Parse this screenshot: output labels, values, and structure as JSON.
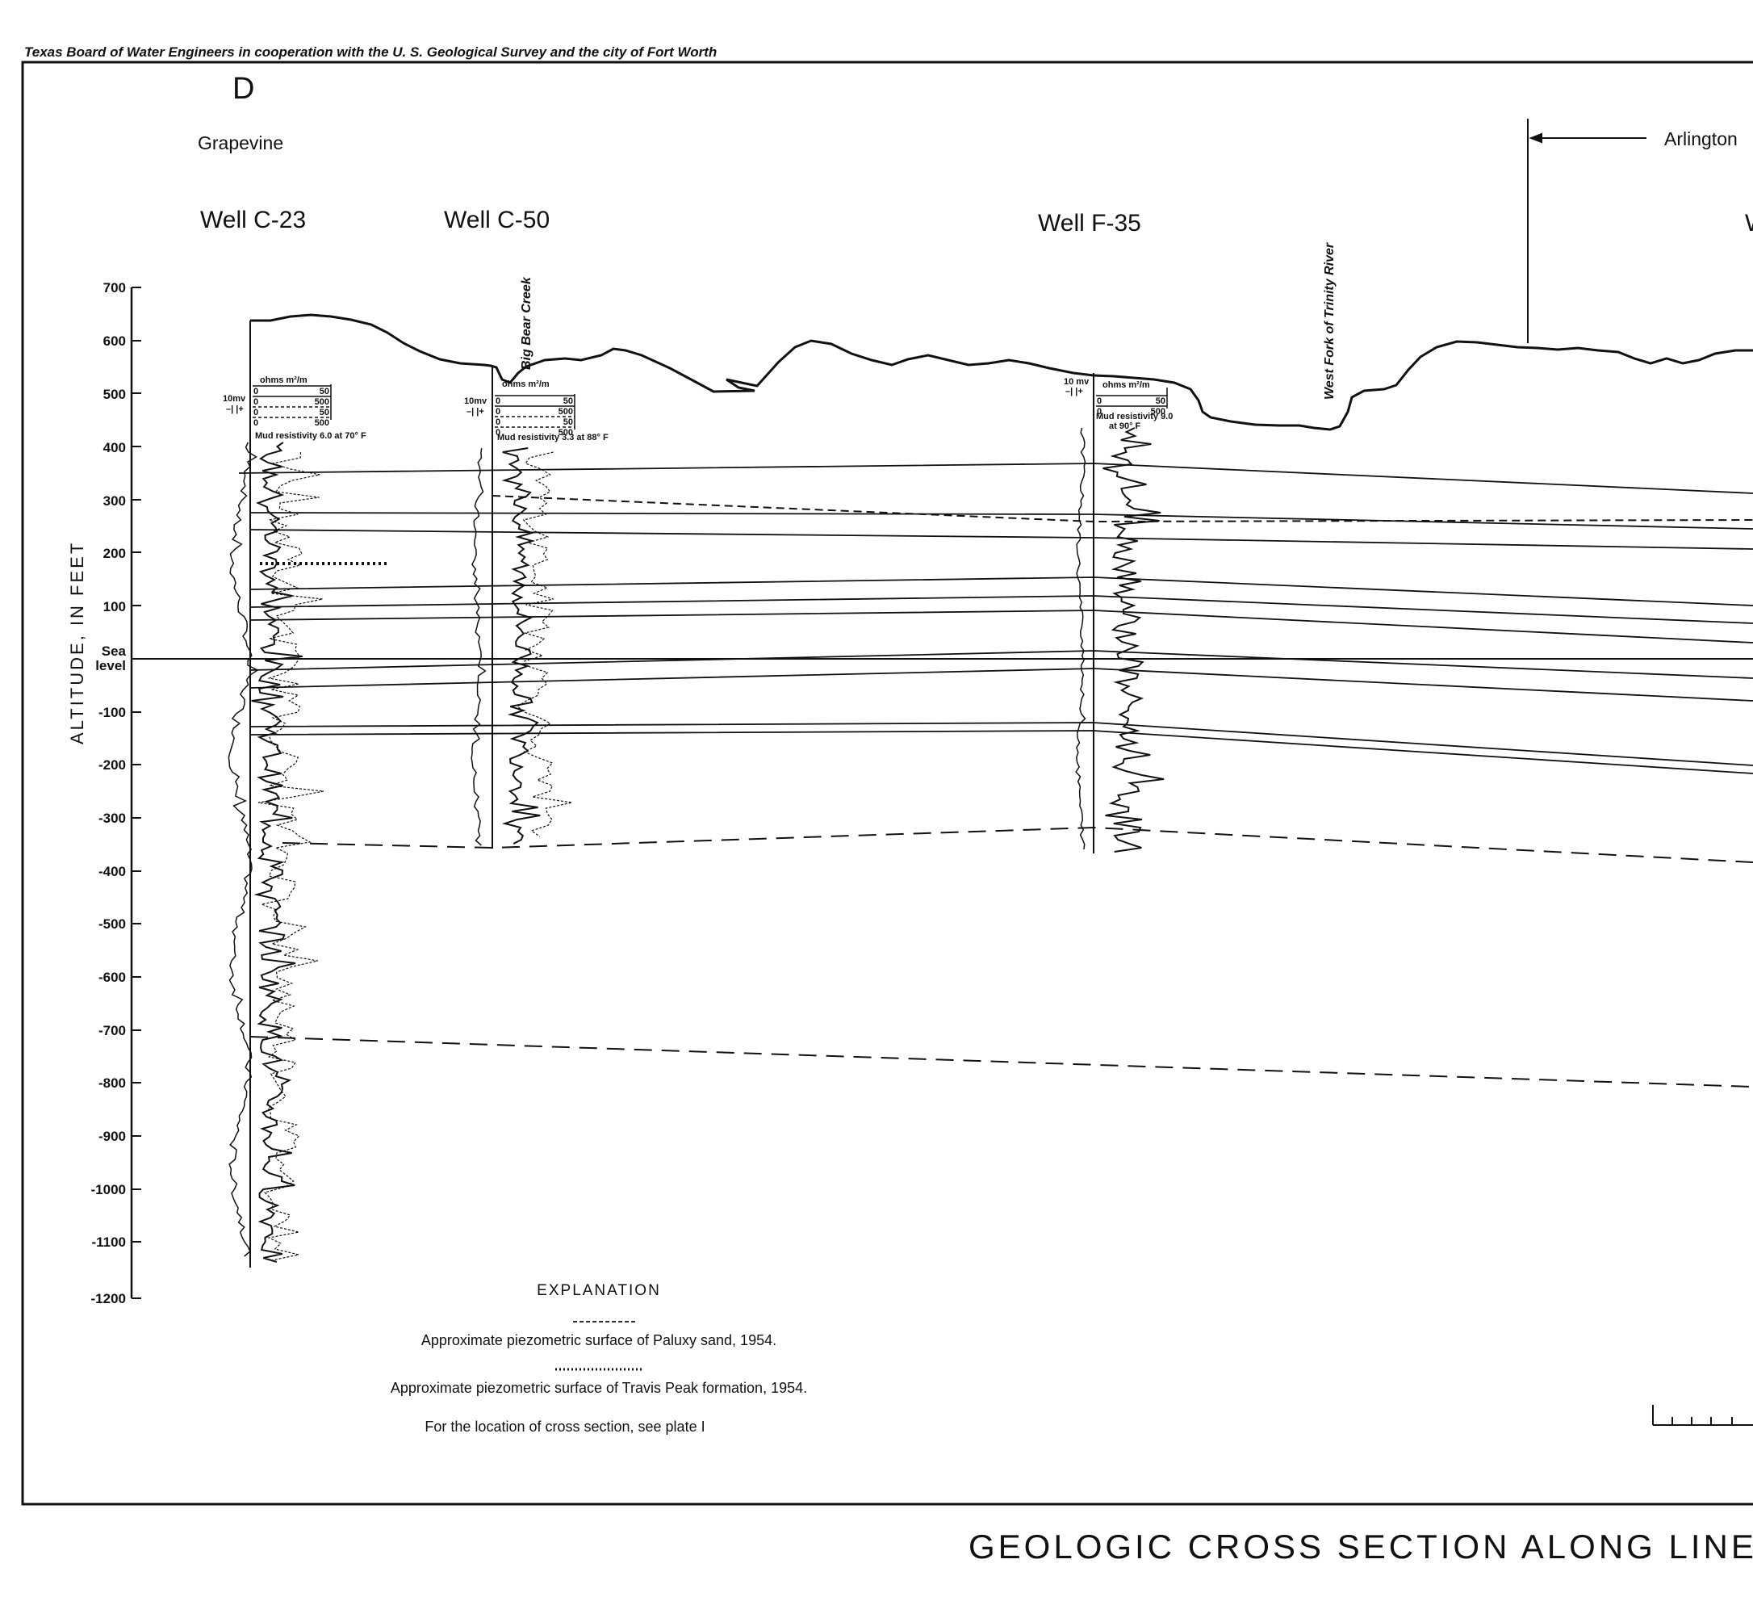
{
  "header": {
    "credit": "Texas Board of Water Engineers in cooperation with the U. S. Geological Survey and the city of Fort Worth"
  },
  "section": {
    "letter": "D",
    "title": "GEOLOGIC   CROSS   SECTION   ALONG   LINE"
  },
  "places": {
    "grapevine": "Grapevine",
    "arlington": "Arlington"
  },
  "wells": [
    {
      "label": "Well C-23",
      "mv_label": "10mv",
      "polarity": "–| |+",
      "ohms_label": "ohms m²/m",
      "scales": [
        [
          "0",
          "50"
        ],
        [
          "0",
          "500"
        ],
        [
          "0",
          "50"
        ],
        [
          "0",
          "500"
        ]
      ],
      "mud": "Mud resistivity 6.0 at 70° F"
    },
    {
      "label": "Well C-50",
      "mv_label": "10mv",
      "polarity": "–| |+",
      "ohms_label": "ohms m²/m",
      "scales": [
        [
          "0",
          "50"
        ],
        [
          "0",
          "500"
        ],
        [
          "0",
          "50"
        ],
        [
          "0",
          "500"
        ]
      ],
      "mud": "Mud resistivity 3.3 at 88° F"
    },
    {
      "label": "Well F-35",
      "mv_label": "10 mv",
      "polarity": "–| |+",
      "ohms_label": "ohms m²/m",
      "scales": [
        [
          "0",
          "50"
        ],
        [
          "0",
          "500"
        ]
      ],
      "mud": "Mud resistivity 9.0",
      "mud2": "at 90° F"
    },
    {
      "label": "W"
    }
  ],
  "features": {
    "big_bear_creek": "Big Bear Creek",
    "west_fork": "West Fork of Trinity River"
  },
  "axis": {
    "label": "ALTITUDE,  IN  FEET",
    "ticks": [
      "700",
      "600",
      "500",
      "400",
      "300",
      "200",
      "100",
      "Sea",
      "level",
      "-100",
      "-200",
      "-300",
      "-400",
      "-500",
      "-600",
      "-700",
      "-800",
      "-900",
      "-1000",
      "-1100",
      "-1200"
    ]
  },
  "explanation": {
    "title": "EXPLANATION",
    "paluxy": "Approximate  piezometric  surface  of  Paluxy  sand, 1954.",
    "travis": "Approximate  piezometric  surface  of  Travis  Peak  formation, 1954.",
    "location": "For  the  location  of  cross  section,  see  plate  I"
  },
  "colors": {
    "ink": "#111111",
    "paper": "#ffffff"
  }
}
